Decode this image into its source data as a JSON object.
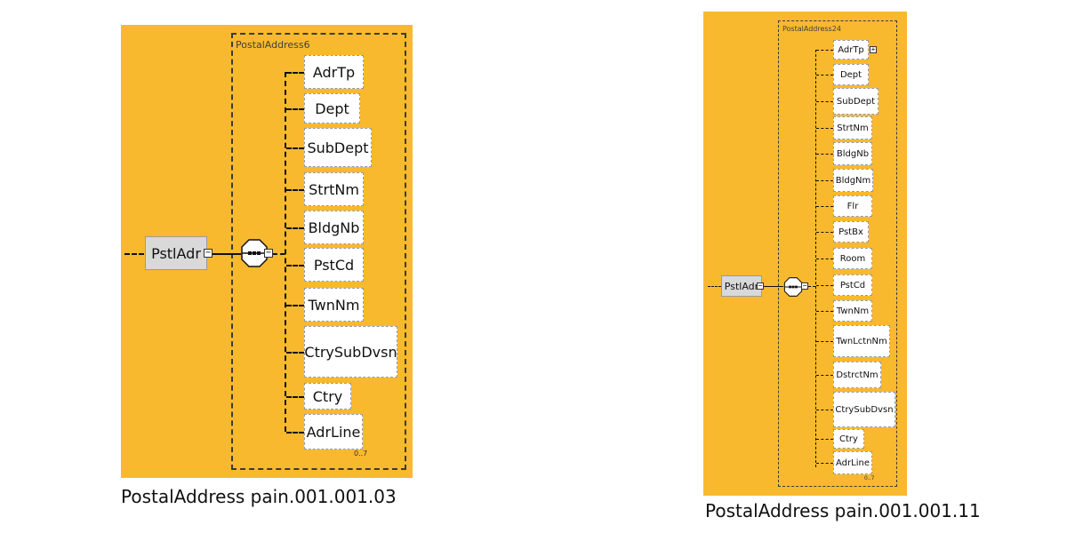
{
  "diagrams": [
    {
      "sequence_title": "PostalAddress6",
      "root_label": "PstlAdr",
      "elements": [
        "AdrTp",
        "Dept",
        "SubDept",
        "StrtNm",
        "BldgNb",
        "PstCd",
        "TwnNm",
        "CtrySubDvsn",
        "Ctry",
        "AdrLine"
      ],
      "cardinality": "0..7",
      "caption": "PostalAddress pain.001.001.03"
    },
    {
      "sequence_title": "PostalAddress24",
      "root_label": "PstlAdr",
      "elements": [
        "AdrTp",
        "Dept",
        "SubDept",
        "StrtNm",
        "BldgNb",
        "BldgNm",
        "Flr",
        "PstBx",
        "Room",
        "PstCd",
        "TwnNm",
        "TwnLctnNm",
        "DstrctNm",
        "CtrySubDvsn",
        "Ctry",
        "AdrLine"
      ],
      "cardinality": "0..7",
      "caption": "PostalAddress pain.001.001.11"
    }
  ],
  "colors": {
    "background": "#f9b92e",
    "element_fill": "#ffffff",
    "root_fill": "#d9d9d9",
    "line": "#111111"
  },
  "icons": {
    "collapse": "minus-box-icon",
    "expand": "plus-box-icon",
    "sequence": "sequence-compositor-icon"
  }
}
